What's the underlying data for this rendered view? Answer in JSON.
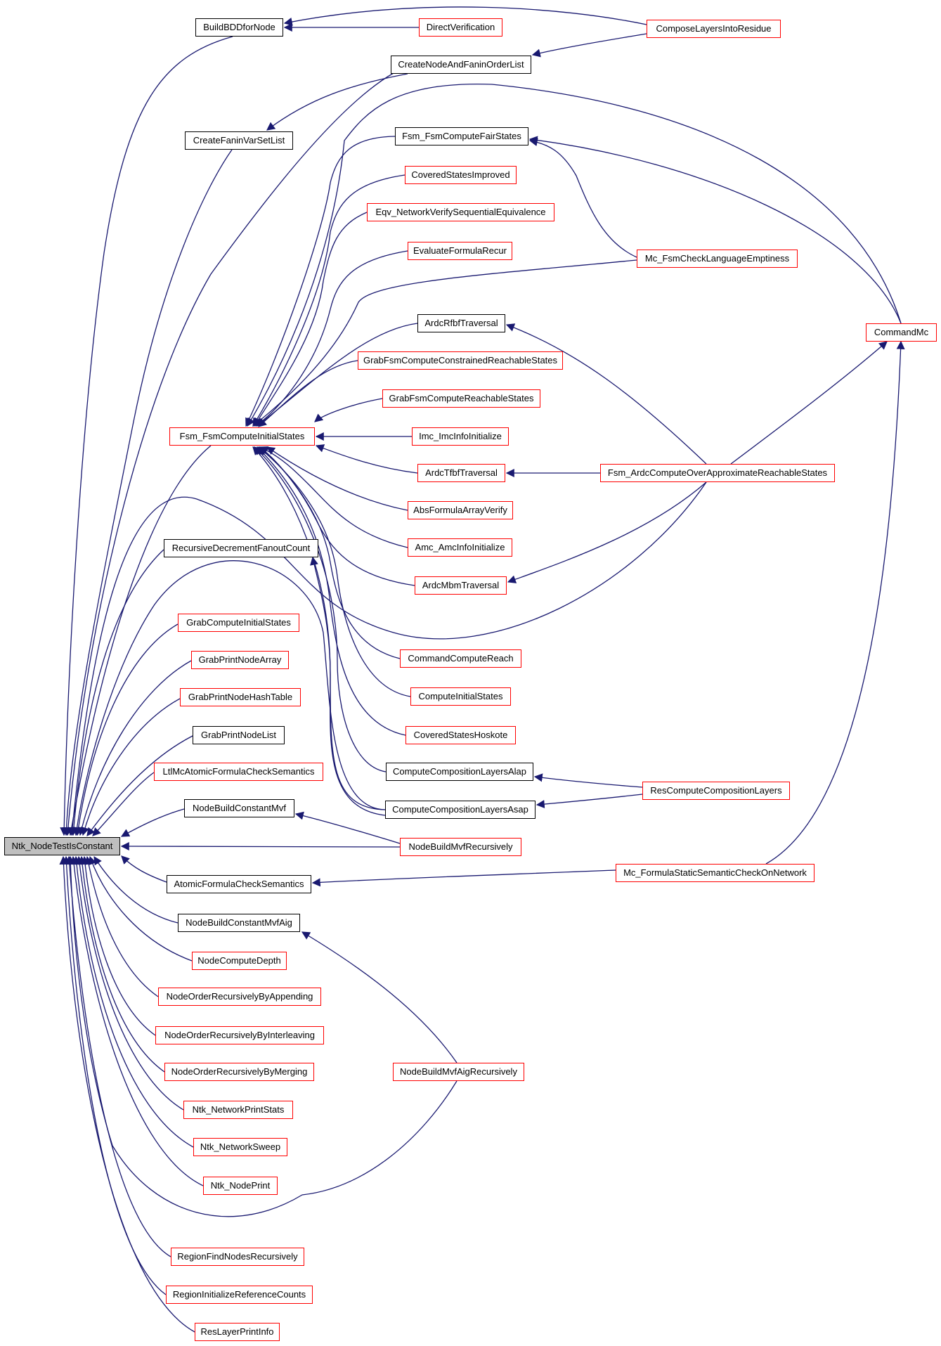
{
  "colors": {
    "edge": "#191970",
    "red_border": "#ff0000",
    "black_border": "#000000",
    "highlight_fill": "#bfbfbf"
  },
  "nodes": [
    {
      "id": "root",
      "label": "Ntk_NodeTestIsConstant",
      "style": "gray"
    },
    {
      "id": "bbdd",
      "label": "BuildBDDforNode",
      "style": "black"
    },
    {
      "id": "dv",
      "label": "DirectVerification",
      "style": "red"
    },
    {
      "id": "clr",
      "label": "ComposeLayersIntoResidue",
      "style": "red"
    },
    {
      "id": "cnafol",
      "label": "CreateNodeAndFaninOrderList",
      "style": "black"
    },
    {
      "id": "cfvsl",
      "label": "CreateFaninVarSetList",
      "style": "black"
    },
    {
      "id": "ffcfs",
      "label": "Fsm_FsmComputeFairStates",
      "style": "black"
    },
    {
      "id": "csi",
      "label": "CoveredStatesImproved",
      "style": "red"
    },
    {
      "id": "envse",
      "label": "Eqv_NetworkVerifySequentialEquivalence",
      "style": "red"
    },
    {
      "id": "efr",
      "label": "EvaluateFormulaRecur",
      "style": "red"
    },
    {
      "id": "mfcle",
      "label": "Mc_FsmCheckLanguageEmptiness",
      "style": "red"
    },
    {
      "id": "art",
      "label": "ArdcRfbfTraversal",
      "style": "black"
    },
    {
      "id": "cmc",
      "label": "CommandMc",
      "style": "red"
    },
    {
      "id": "gfccrs",
      "label": "GrabFsmComputeConstrainedReachableStates",
      "style": "red"
    },
    {
      "id": "gfcrs",
      "label": "GrabFsmComputeReachableStates",
      "style": "red"
    },
    {
      "id": "ffcis",
      "label": "Fsm_FsmComputeInitialStates",
      "style": "red"
    },
    {
      "id": "iii",
      "label": "Imc_ImcInfoInitialize",
      "style": "red"
    },
    {
      "id": "att",
      "label": "ArdcTfbfTraversal",
      "style": "red"
    },
    {
      "id": "facoars",
      "label": "Fsm_ArdcComputeOverApproximateReachableStates",
      "style": "red"
    },
    {
      "id": "afav",
      "label": "AbsFormulaArrayVerify",
      "style": "red"
    },
    {
      "id": "aai",
      "label": "Amc_AmcInfoInitialize",
      "style": "red"
    },
    {
      "id": "rdfc",
      "label": "RecursiveDecrementFanoutCount",
      "style": "black"
    },
    {
      "id": "amt",
      "label": "ArdcMbmTraversal",
      "style": "red"
    },
    {
      "id": "gcis",
      "label": "GrabComputeInitialStates",
      "style": "red"
    },
    {
      "id": "ccr",
      "label": "CommandComputeReach",
      "style": "red"
    },
    {
      "id": "gpna",
      "label": "GrabPrintNodeArray",
      "style": "red"
    },
    {
      "id": "gpnht",
      "label": "GrabPrintNodeHashTable",
      "style": "red"
    },
    {
      "id": "cis",
      "label": "ComputeInitialStates",
      "style": "red"
    },
    {
      "id": "gpnl",
      "label": "GrabPrintNodeList",
      "style": "black"
    },
    {
      "id": "csh",
      "label": "CoveredStatesHoskote",
      "style": "red"
    },
    {
      "id": "lmafcs",
      "label": "LtlMcAtomicFormulaCheckSemantics",
      "style": "red"
    },
    {
      "id": "ccla",
      "label": "ComputeCompositionLayersAlap",
      "style": "black"
    },
    {
      "id": "rccl",
      "label": "ResComputeCompositionLayers",
      "style": "red"
    },
    {
      "id": "nbcm",
      "label": "NodeBuildConstantMvf",
      "style": "black"
    },
    {
      "id": "cclas",
      "label": "ComputeCompositionLayersAsap",
      "style": "black"
    },
    {
      "id": "nbmr",
      "label": "NodeBuildMvfRecursively",
      "style": "red"
    },
    {
      "id": "mfsscon",
      "label": "Mc_FormulaStaticSemanticCheckOnNetwork",
      "style": "red"
    },
    {
      "id": "afcs",
      "label": "AtomicFormulaCheckSemantics",
      "style": "black"
    },
    {
      "id": "nbcma",
      "label": "NodeBuildConstantMvfAig",
      "style": "black"
    },
    {
      "id": "ncd",
      "label": "NodeComputeDepth",
      "style": "red"
    },
    {
      "id": "norba",
      "label": "NodeOrderRecursivelyByAppending",
      "style": "red"
    },
    {
      "id": "norbi",
      "label": "NodeOrderRecursivelyByInterleaving",
      "style": "red"
    },
    {
      "id": "norbm",
      "label": "NodeOrderRecursivelyByMerging",
      "style": "red"
    },
    {
      "id": "nbmar",
      "label": "NodeBuildMvfAigRecursively",
      "style": "red"
    },
    {
      "id": "nnps",
      "label": "Ntk_NetworkPrintStats",
      "style": "red"
    },
    {
      "id": "nns",
      "label": "Ntk_NetworkSweep",
      "style": "red"
    },
    {
      "id": "nnp",
      "label": "Ntk_NodePrint",
      "style": "red"
    },
    {
      "id": "rfnr",
      "label": "RegionFindNodesRecursively",
      "style": "red"
    },
    {
      "id": "rirc",
      "label": "RegionInitializeReferenceCounts",
      "style": "red"
    },
    {
      "id": "rlpi",
      "label": "ResLayerPrintInfo",
      "style": "red"
    }
  ]
}
